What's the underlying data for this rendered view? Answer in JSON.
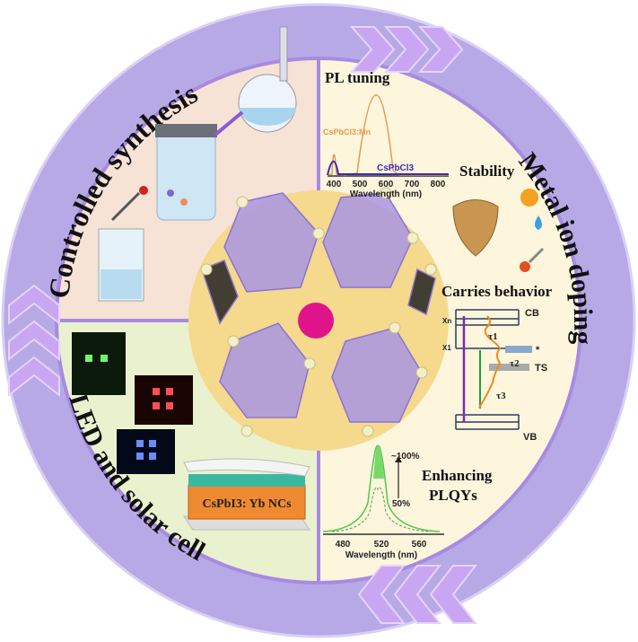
{
  "ring_labels": {
    "top_left": "Controlled synthesis",
    "right": "Metal ion doping",
    "bottom_left": "LED and solar cell"
  },
  "pl_tuning": {
    "title": "PL tuning",
    "series_mn": "CsPbCl3:Mn",
    "series_pure": "CsPbCl3",
    "x_ticks": [
      "400",
      "500",
      "600",
      "700",
      "800"
    ],
    "xlabel": "Wavelength (nm)"
  },
  "stability": {
    "title": "Stability"
  },
  "carriers": {
    "title": "Carries behavior",
    "cb": "CB",
    "vb": "VB",
    "ts": "TS",
    "star": "*",
    "xn": "Xn",
    "x1": "X1",
    "tau1": "τ1",
    "tau2": "τ2",
    "tau3": "τ3"
  },
  "plqy": {
    "title_line1": "Enhancing",
    "title_line2": "PLQYs",
    "high": "~100%",
    "low": "50%",
    "x_ticks": [
      "480",
      "520",
      "560"
    ],
    "xlabel": "Wavelength (nm)"
  },
  "led": {
    "device_label": "CsPbI3: Yb NCs"
  },
  "colors": {
    "ring": "#b7a9e6",
    "synthesis_bg": "#f7e2d6",
    "doping_bg": "#fdf5dc",
    "led_bg": "#e9f1cf",
    "center": "#f5d98c",
    "divider": "#a78be0"
  }
}
